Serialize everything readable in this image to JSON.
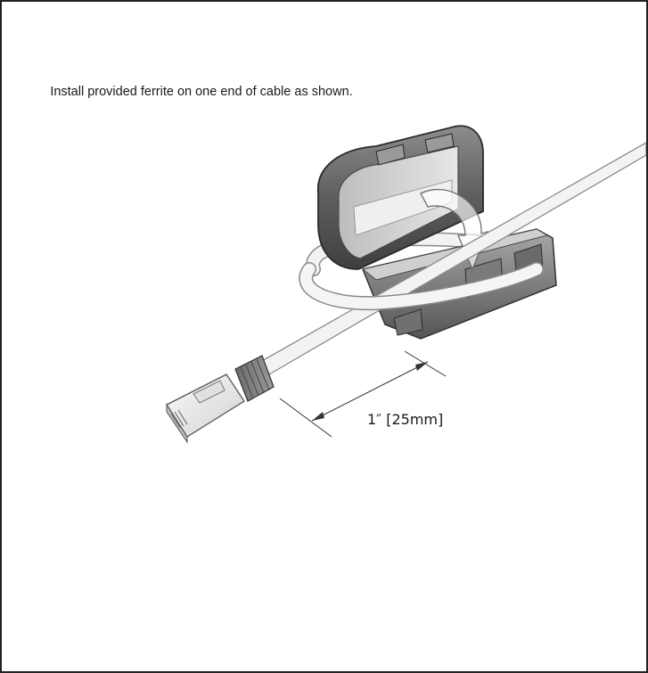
{
  "instruction": {
    "text": "Install provided ferrite on one end of cable as shown."
  },
  "dimension": {
    "label": "1″ [25mm]"
  },
  "colors": {
    "border": "#222222",
    "ferrite_dark": "#5a5a5a",
    "ferrite_light": "#c8c8c8",
    "cable": "#f4f4f4",
    "outline": "#7a7a7a"
  },
  "icons": {
    "arrow": "curved-arrow-icon",
    "connector": "rj45-connector"
  }
}
